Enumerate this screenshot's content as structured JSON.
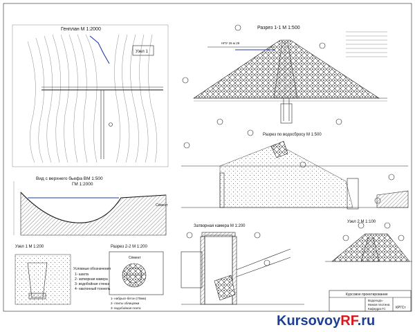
{
  "plan": {
    "title": "Генплан М 1:2000",
    "label1": "Узел 1"
  },
  "view": {
    "title": "Вид с верхнего бьефа ВМ 1:500",
    "title2": "ГМ 1:2000",
    "label": "Сёмент"
  },
  "section11": {
    "title": "Разрез 1-1 М 1:500",
    "note": "НПУ 26 м 29"
  },
  "gallery_section": {
    "title": "Разрез по водосбросу М 1:500"
  },
  "gate_chamber": {
    "title": "Затворная камера М 1:200"
  },
  "node1": {
    "title": "Узел 1 М 1:200"
  },
  "section22": {
    "title": "Разрез 2-2 М 1:200"
  },
  "node2": {
    "title": "Узел 2 М 1:100"
  },
  "legend_left": {
    "heading": "Условные обозначения",
    "items": [
      "1- шахта",
      "2- затворная камера",
      "3- водобойная стенка",
      "4- наклонный тоннель"
    ]
  },
  "legend_circle": {
    "label": "Сёмент",
    "items": [
      "1- набрызг-бетон (70мм)",
      "2- плиты облицовки",
      "3- водобойная плита"
    ]
  },
  "stamp": {
    "title": "Курсовое проектирование",
    "line1": "Водоподъ-",
    "line2": "ёмная плотина",
    "line3": "Кафедра ГС",
    "sheet": "КРГСт"
  },
  "watermark": {
    "text_a": "Kursovoy",
    "text_b": "RF",
    "text_c": ".ru"
  },
  "colors": {
    "blue_line": "#1d3aa8",
    "watermark_red": "#d71920",
    "watermark_blue": "#1c3f94"
  }
}
